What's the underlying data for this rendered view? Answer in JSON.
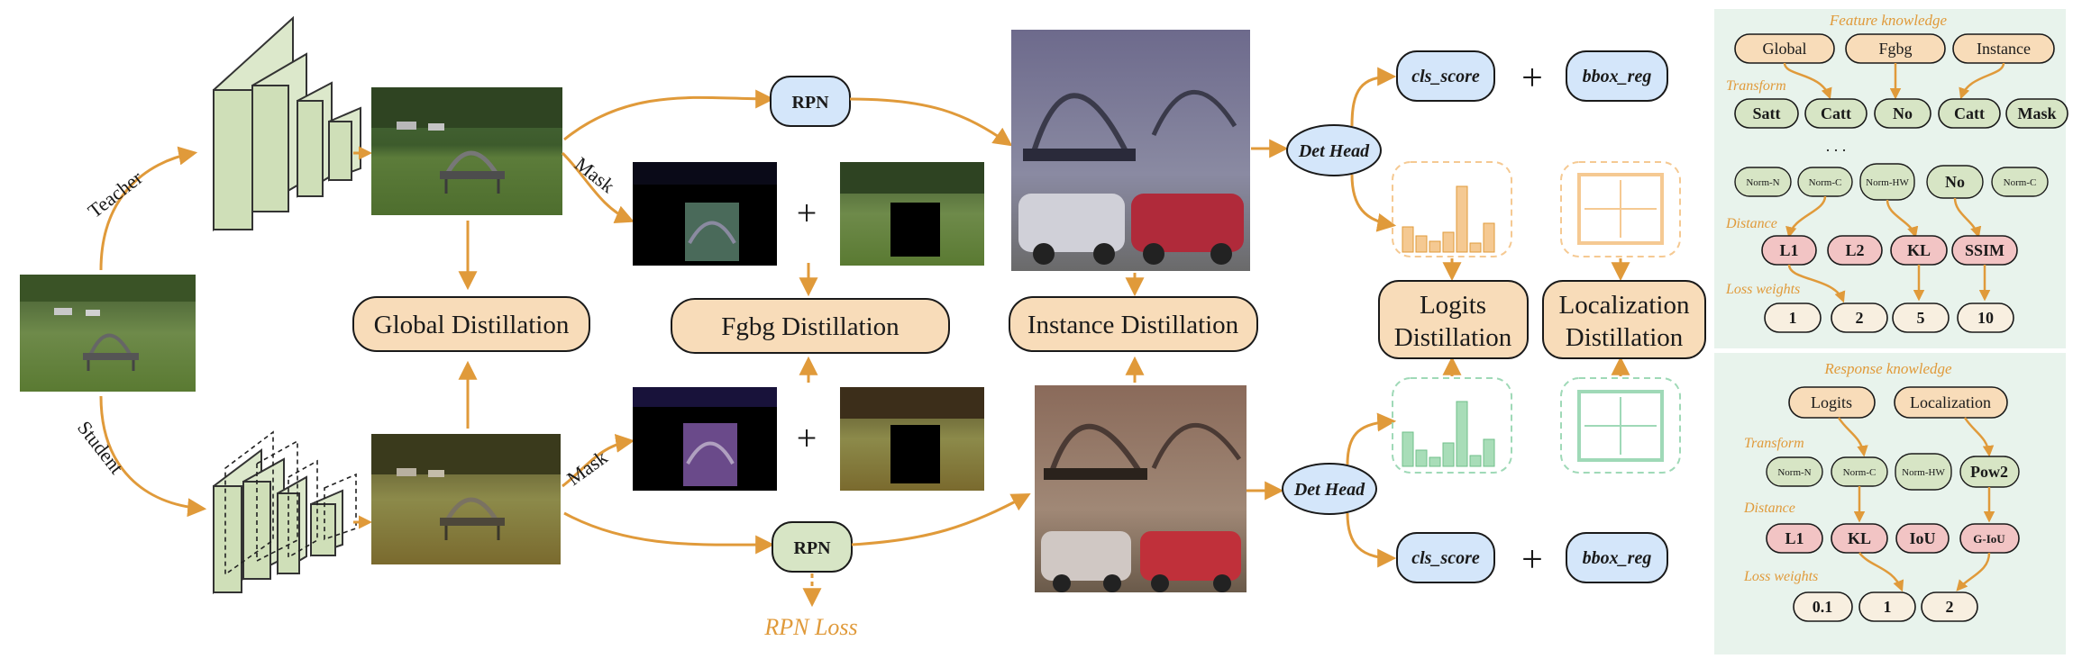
{
  "colors": {
    "arrow": "#e09a3a",
    "distill_box": "#f8dcb9",
    "blue_box": "#d4e6fa",
    "green_box": "#d7e5c5",
    "pink_box": "#f2c4c4",
    "cream_box": "#f8efe0",
    "panel_bg": "#e8f3ec",
    "bar_orange": "#f5c992",
    "bar_green": "#9fd9b7",
    "backbone": "#dce8cb"
  },
  "pipeline": {
    "teacher_label": "Teacher",
    "student_label": "Student",
    "global_distill": "Global Distillation",
    "fgbg_distill": "Fgbg Distillation",
    "instance_distill": "Instance Distillation",
    "rpn_top": "RPN",
    "rpn_bottom": "RPN",
    "rpn_loss": "RPN Loss",
    "mask_top": "Mask",
    "mask_bottom": "Mask",
    "plus_top": "+",
    "plus_bottom": "+",
    "det_head_top": "Det Head",
    "det_head_bottom": "Det Head",
    "cls_score_top": "cls_score",
    "bbox_reg_top": "bbox_reg",
    "cls_score_bottom": "cls_score",
    "bbox_reg_bottom": "bbox_reg",
    "plus_head_top": "+",
    "plus_head_bottom": "+",
    "logits_distill_line1": "Logits",
    "logits_distill_line2": "Distillation",
    "loc_distill_line1": "Localization",
    "loc_distill_line2": "Distillation"
  },
  "feature_panel": {
    "title": "Feature knowledge",
    "sources": [
      "Global",
      "Fgbg",
      "Instance"
    ],
    "transform_label": "Transform",
    "transforms_row1": [
      "Satt",
      "Catt",
      "No",
      "Catt",
      "Mask"
    ],
    "ellipsis": ". . .",
    "transforms_row2": [
      "Norm-N",
      "Norm-C",
      "Norm-HW",
      "No",
      "Norm-C"
    ],
    "distance_label": "Distance",
    "distances": [
      "L1",
      "L2",
      "KL",
      "SSIM"
    ],
    "loss_weights_label": "Loss weights",
    "weights": [
      "1",
      "2",
      "5",
      "10"
    ]
  },
  "response_panel": {
    "title": "Response knowledge",
    "sources": [
      "Logits",
      "Localization"
    ],
    "transform_label": "Transform",
    "transforms": [
      "Norm-N",
      "Norm-C",
      "Norm-HW",
      "Pow2"
    ],
    "distance_label": "Distance",
    "distances": [
      "L1",
      "KL",
      "IoU",
      "G-IoU"
    ],
    "loss_weights_label": "Loss weights",
    "weights": [
      "0.1",
      "1",
      "2"
    ]
  }
}
